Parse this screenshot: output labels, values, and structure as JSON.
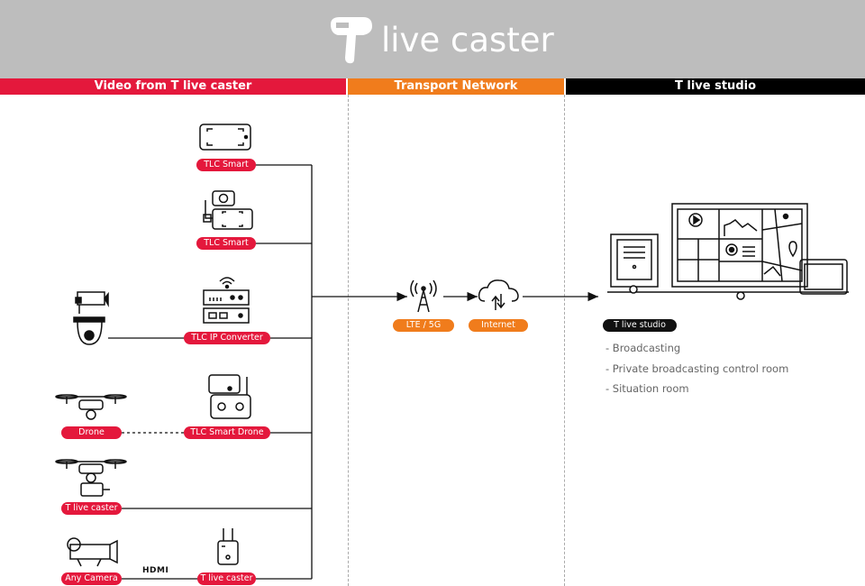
{
  "header": {
    "brand": "live caster",
    "logo_icon": "t-logo-icon"
  },
  "sections": [
    {
      "label": "Video from T live caster",
      "color": "#e4183c"
    },
    {
      "label": "Transport Network",
      "color": "#f07c1c"
    },
    {
      "label": "T live studio",
      "color": "#000000"
    }
  ],
  "sources": {
    "tlc_smart_1": "TLC Smart",
    "tlc_smart_2": "TLC Smart",
    "tlc_ip_converter": "TLC IP Converter",
    "drone": "Drone",
    "tlc_smart_drone": "TLC Smart Drone",
    "t_live_caster_drone": "T live caster",
    "any_camera": "Any Camera",
    "hdmi": "HDMI",
    "t_live_caster_device": "T live caster"
  },
  "network": {
    "lte": "LTE / 5G",
    "internet": "Internet"
  },
  "studio": {
    "label": "T live studio",
    "items": [
      "- Broadcasting",
      "- Private broadcasting control room",
      "- Situation room"
    ]
  }
}
